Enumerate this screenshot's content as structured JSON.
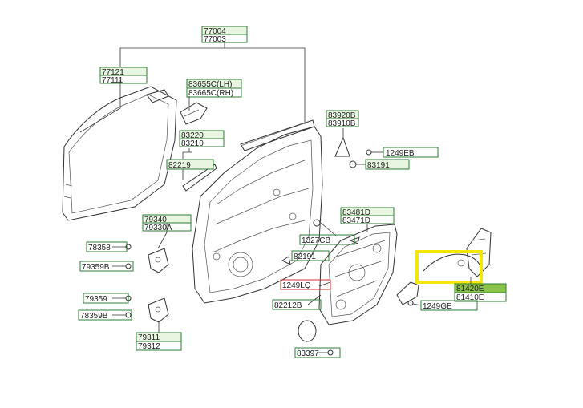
{
  "labels": {
    "l77004": "77004",
    "l77003": "77003",
    "l77121": "77121",
    "l77111": "77111",
    "l83655c_lh": "83655C(LH)",
    "l83665c_rh": "83665C(RH)",
    "l83220": "83220",
    "l83210": "83210",
    "l82219": "82219",
    "l83920b": "83920B",
    "l83910b": "83910B",
    "l1249eb": "1249EB",
    "l83191": "83191",
    "l83481d": "83481D",
    "l83471d": "83471D",
    "l79340": "79340",
    "l79330a": "79330A",
    "l1327cb": "1327CB",
    "l78358": "78358",
    "l79359b_top": "79359B",
    "l82191": "82191",
    "l1249lq": "1249LQ",
    "l79359": "79359",
    "l79359b_bottom": "78359B",
    "l82212b": "82212B",
    "l81420e": "81420E",
    "l81410e": "81410E",
    "l1249ge": "1249GE",
    "l79311": "79311",
    "l79312": "79312",
    "l83397": "83397"
  },
  "colors": {
    "label_border": "#2e7d32",
    "label_fill": "#e8f5e0",
    "highlight": "#f5e60a",
    "highlight_label_fill": "#8bc34a",
    "red_box": "#d32f2f"
  }
}
